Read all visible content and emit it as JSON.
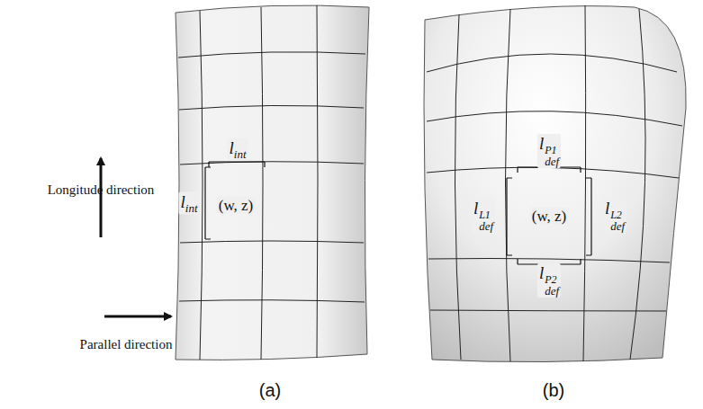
{
  "diagram": {
    "labels": [
      "Longitude direction",
      "Parallel direction",
      "l",
      "int",
      "l",
      "int",
      "(w, z)",
      "l",
      "def",
      "P1",
      "l",
      "def",
      "L1",
      "l",
      "def",
      "L2",
      "l",
      "def",
      "P2",
      "(w, z)",
      "(a)",
      "(b)"
    ]
  }
}
